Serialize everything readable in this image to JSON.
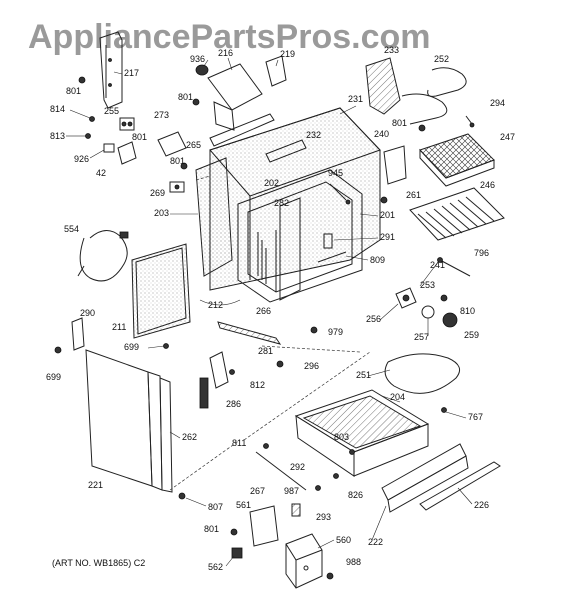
{
  "watermark": "AppliancePartsPros.com",
  "art_number": "(ART NO. WB1865) C2",
  "callouts": {
    "c201": "201",
    "c202": "202",
    "c203": "203",
    "c204": "204",
    "c211": "211",
    "c212": "212",
    "c216": "216",
    "c217": "217",
    "c219": "219",
    "c221": "221",
    "c222": "222",
    "c226": "226",
    "c231": "231",
    "c232": "232",
    "c233": "233",
    "c240": "240",
    "c241": "241",
    "c246": "246",
    "c247": "247",
    "c251": "251",
    "c252": "252",
    "c253": "253",
    "c255": "255",
    "c256": "256",
    "c257": "257",
    "c259": "259",
    "c261": "261",
    "c262": "262",
    "c265": "265",
    "c266": "266",
    "c267": "267",
    "c269": "269",
    "c273": "273",
    "c281": "281",
    "c282": "282",
    "c286": "286",
    "c290": "290",
    "c291": "291",
    "c292": "292",
    "c293": "293",
    "c294": "294",
    "c296": "296",
    "c42": "42",
    "c554": "554",
    "c560": "560",
    "c561": "561",
    "c562": "562",
    "c699a": "699",
    "c699b": "699",
    "c767": "767",
    "c796": "796",
    "c801a": "801",
    "c801b": "801",
    "c801c": "801",
    "c801d": "801",
    "c801e": "801",
    "c801f": "801",
    "c803": "803",
    "c807": "807",
    "c809": "809",
    "c810": "810",
    "c811": "811",
    "c812": "812",
    "c813": "813",
    "c814": "814",
    "c826": "826",
    "c926": "926",
    "c936": "936",
    "c945": "945",
    "c979": "979",
    "c987": "987",
    "c988": "988"
  }
}
